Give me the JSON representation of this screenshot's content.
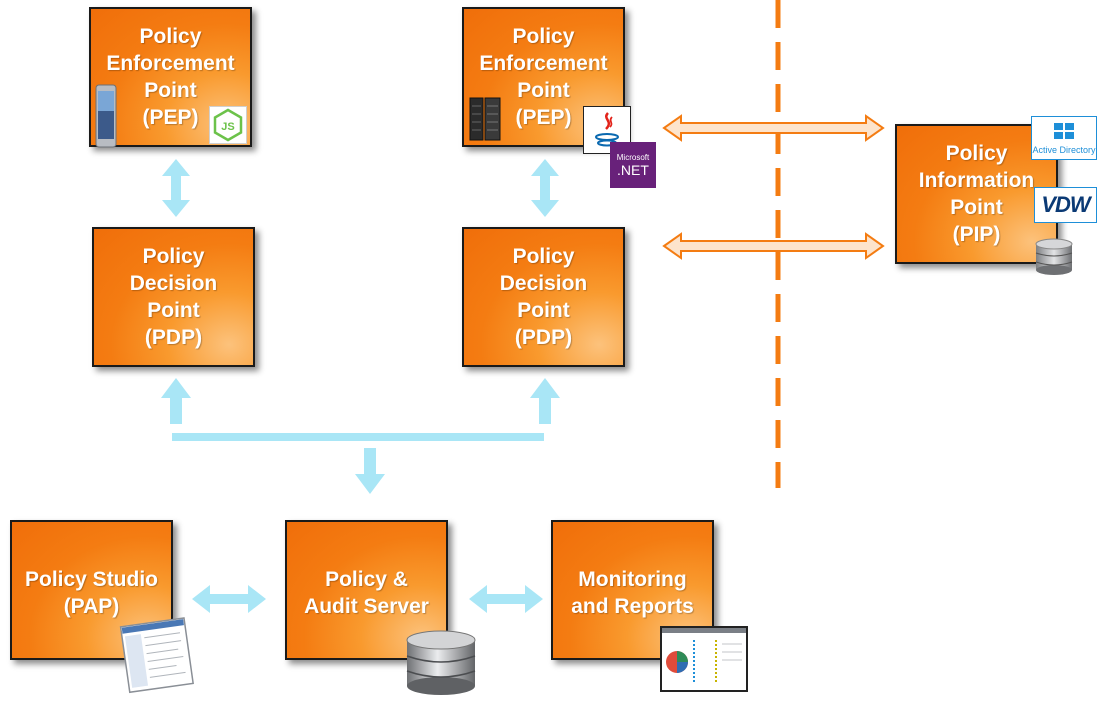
{
  "nodes": {
    "pep_left": {
      "label": "Policy\nEnforcement\nPoint\n(PEP)"
    },
    "pep_right": {
      "label": "Policy\nEnforcement\nPoint\n(PEP)"
    },
    "pdp_left": {
      "label": "Policy\nDecision\nPoint\n(PDP)"
    },
    "pdp_right": {
      "label": "Policy\nDecision\nPoint\n(PDP)"
    },
    "pip": {
      "label": "Policy\nInformation\nPoint\n(PIP)"
    },
    "pap": {
      "label": "Policy Studio\n(PAP)"
    },
    "server": {
      "label": "Policy &\nAudit Server"
    },
    "reports": {
      "label": "Monitoring\nand Reports"
    }
  },
  "badges": {
    "dotnet_top": "Microsoft",
    "dotnet_main": ".NET",
    "ad_text": "Active Directory",
    "vdw_text": "VDW"
  },
  "icons": [
    "nodejs-icon",
    "phone-icon",
    "server-rack-icon",
    "java-icon",
    "dotnet-icon",
    "windows-icon",
    "vdw-icon",
    "database-icon",
    "app-screenshot-icon",
    "report-screenshot-icon"
  ],
  "colors": {
    "box_fill": "#f47c12",
    "box_highlight": "#fcc27c",
    "arrow_blue": "#a9e6f6",
    "arrow_orange": "#f47c12",
    "divider": "#f47c12"
  }
}
